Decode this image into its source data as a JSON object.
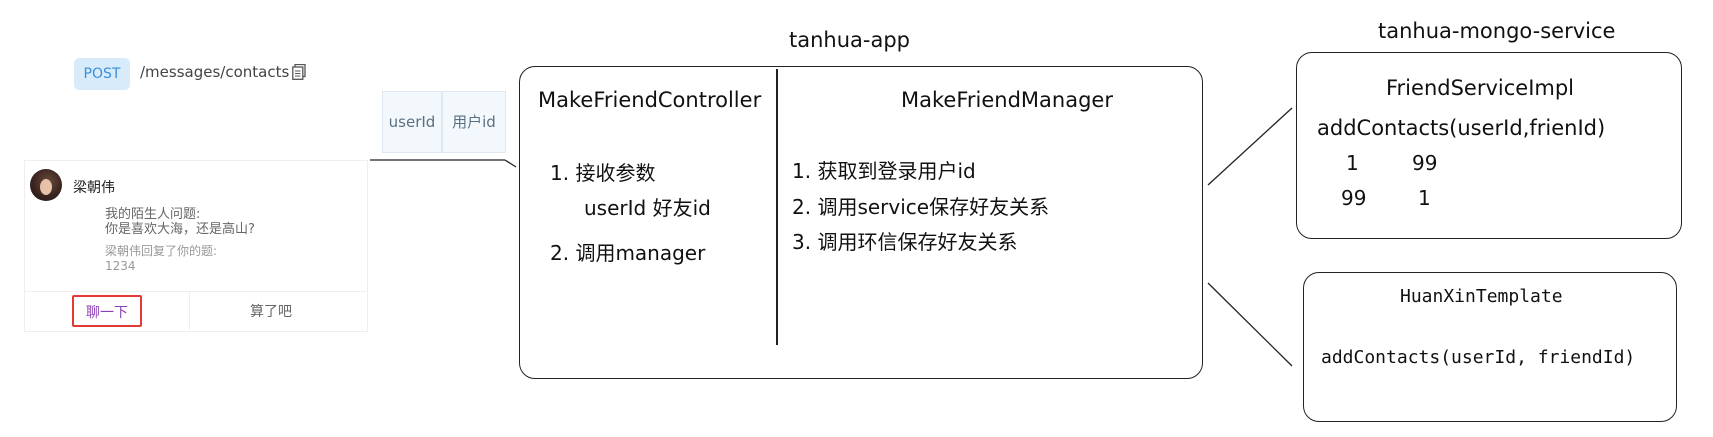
{
  "api": {
    "method": "POST",
    "path": "/messages/contacts",
    "copy_icon": "copy-icon"
  },
  "params": [
    "userId",
    "用户id"
  ],
  "friend_card": {
    "name": "梁朝伟",
    "question_lines": [
      "我的陌生人问题:",
      "你是喜欢大海，还是高山?"
    ],
    "reply_lines": [
      "梁朝伟回复了你的题:",
      "1234"
    ],
    "chat_button": "聊一下",
    "forget_button": "算了吧"
  },
  "app": {
    "title": "tanhua-app",
    "controller": {
      "name": "MakeFriendController",
      "step1": "1. 接收参数",
      "step1_params": "userId  好友id",
      "step2": "2. 调用manager"
    },
    "manager": {
      "name": "MakeFriendManager",
      "steps": [
        "1. 获取到登录用户id",
        "2. 调用service保存好友关系",
        "3. 调用环信保存好友关系"
      ]
    }
  },
  "service": {
    "title": "tanhua-mongo-service",
    "class_name": "FriendServiceImpl",
    "method": "addContacts(userId,frienId)",
    "rows": [
      [
        "1",
        "99"
      ],
      [
        "99",
        "1"
      ]
    ]
  },
  "huanxin": {
    "class_name": "HuanXinTemplate",
    "method": "addContacts(userId, friendId)"
  },
  "colors": {
    "badge_bg": "#d7ebfb",
    "badge_text": "#3b8fd9",
    "chat_border": "#e53935",
    "chat_text": "#8a3fb8"
  }
}
